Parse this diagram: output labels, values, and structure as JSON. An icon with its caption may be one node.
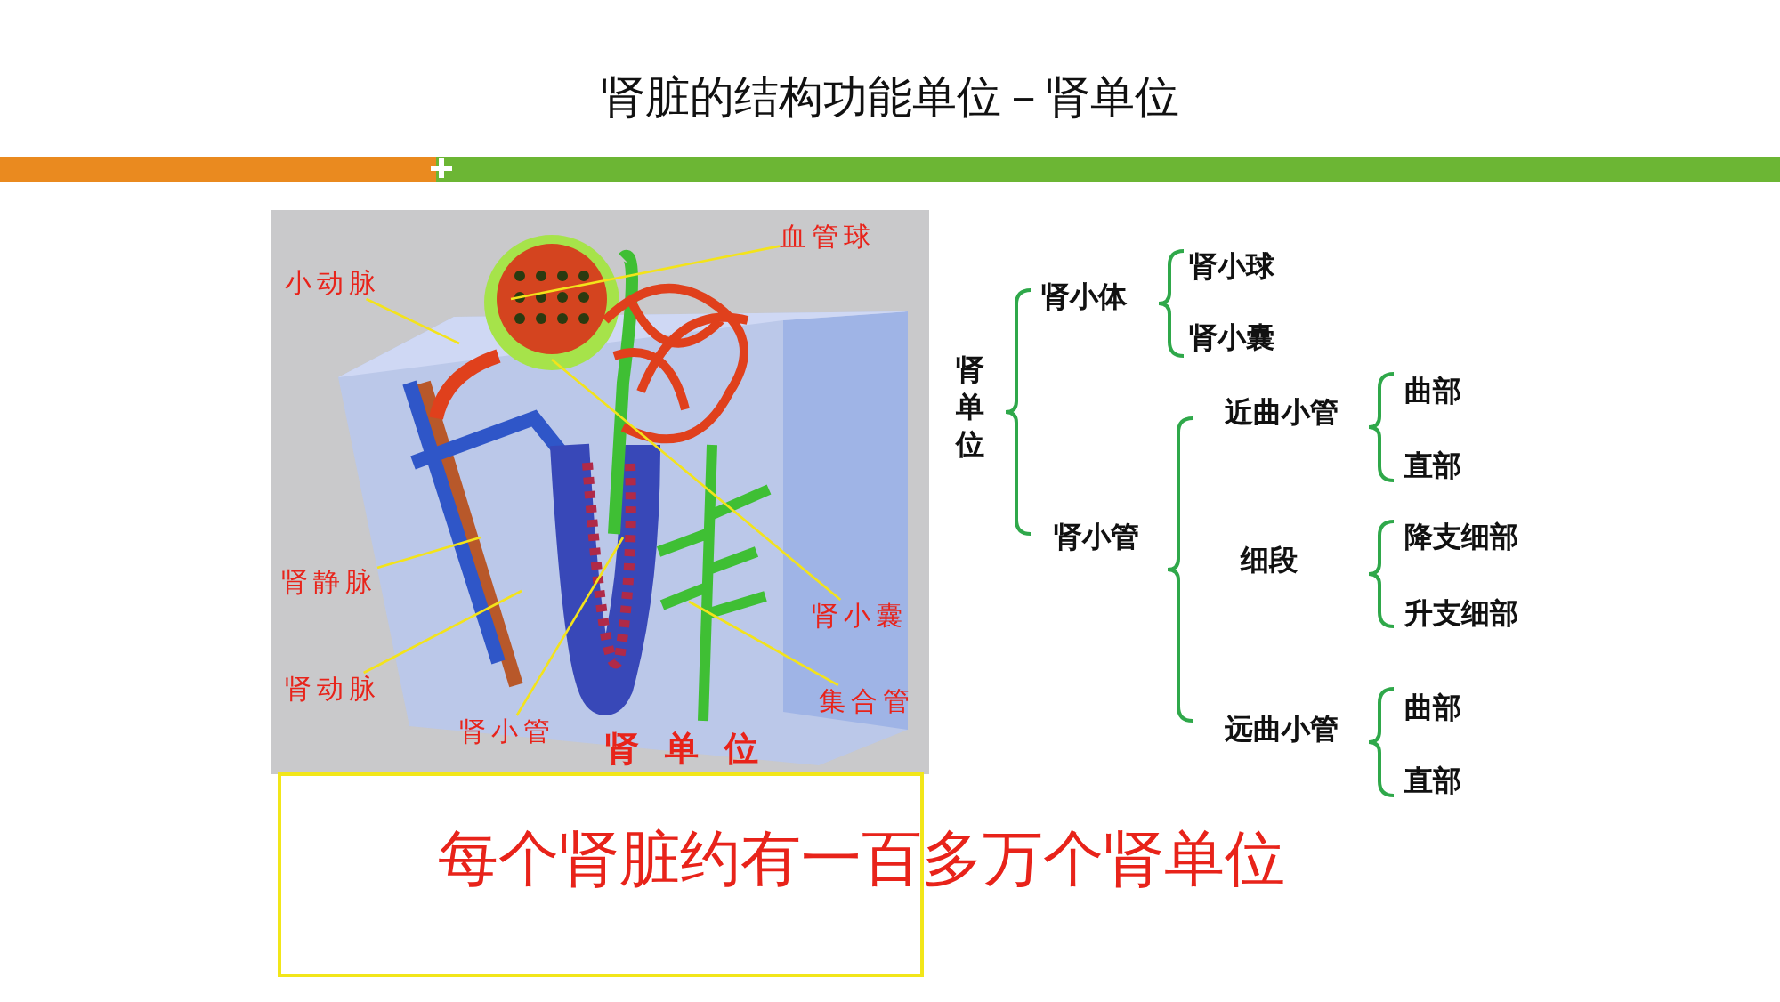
{
  "diagram": {
    "title": "肾脏的结构功能单位－肾单位",
    "caption": "每个肾脏约有一百多万个肾单位",
    "nodes": [
      {
        "text": [
          "血管球"
        ]
      },
      {
        "text": [
          "小动脉"
        ]
      },
      {
        "text": [
          "肾静脉"
        ]
      },
      {
        "text": [
          "肾小囊"
        ]
      },
      {
        "text": [
          "肾动脉"
        ]
      },
      {
        "text": [
          "集合管"
        ]
      },
      {
        "text": [
          "肾小管"
        ]
      }
    ],
    "edges": [
      {
        "from": 0,
        "to": null,
        "arrow": "none"
      },
      {
        "from": 1,
        "to": null,
        "arrow": "none"
      },
      {
        "from": 2,
        "to": null,
        "arrow": "none"
      },
      {
        "from": 3,
        "to": null,
        "arrow": "none"
      },
      {
        "from": 4,
        "to": null,
        "arrow": "none"
      },
      {
        "from": 5,
        "to": null,
        "arrow": "none"
      },
      {
        "from": 6,
        "to": null,
        "arrow": "none"
      }
    ],
    "labels": [
      "肾 单 位",
      "肾单位",
      "肾小体",
      "肾小球",
      "肾小囊",
      "肾小管",
      "近曲小管",
      "曲部",
      "直部",
      "细段",
      "降支细部",
      "升支细部",
      "远曲小管",
      "曲部",
      "直部"
    ]
  }
}
